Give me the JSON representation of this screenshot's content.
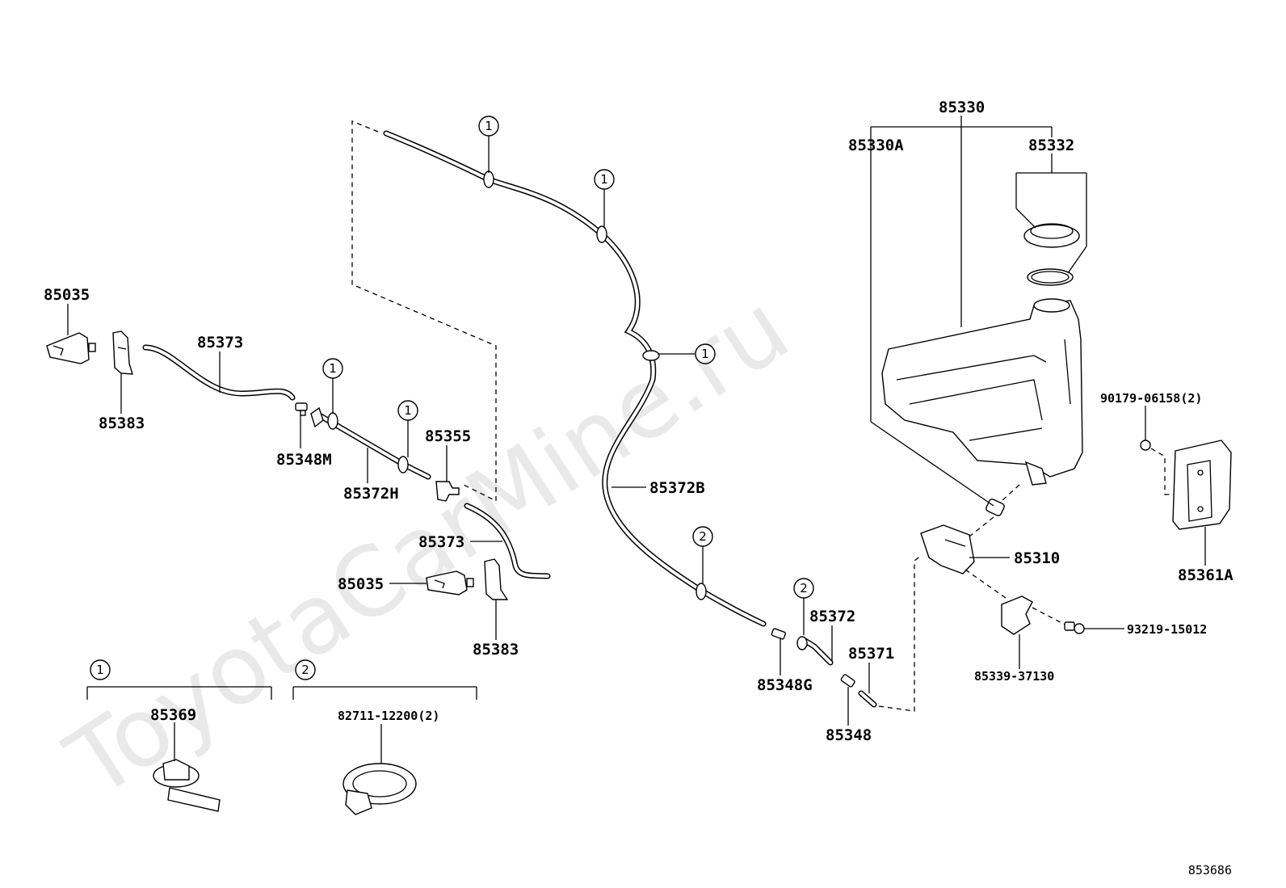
{
  "watermark": "ToyotaCarMine.ru",
  "diagram_id": "853686",
  "callouts": {
    "one": "1",
    "two": "2"
  },
  "labels": {
    "p85035_a": "85035",
    "p85383_a": "85383",
    "p85373_a": "85373",
    "p85348M": "85348M",
    "p85372H": "85372H",
    "p85355": "85355",
    "p85373_b": "85373",
    "p85035_b": "85035",
    "p85383_b": "85383",
    "p85372B": "85372B",
    "p85372": "85372",
    "p85371": "85371",
    "p85348G": "85348G",
    "p85348": "85348",
    "p85330": "85330",
    "p85330A": "85330A",
    "p85332": "85332",
    "p85310": "85310",
    "p85339": "85339-37130",
    "p93219": "93219-15012",
    "p90179": "90179-06158(2)",
    "p85361A": "85361A",
    "p85369": "85369",
    "p82711": "82711-12200(2)"
  }
}
